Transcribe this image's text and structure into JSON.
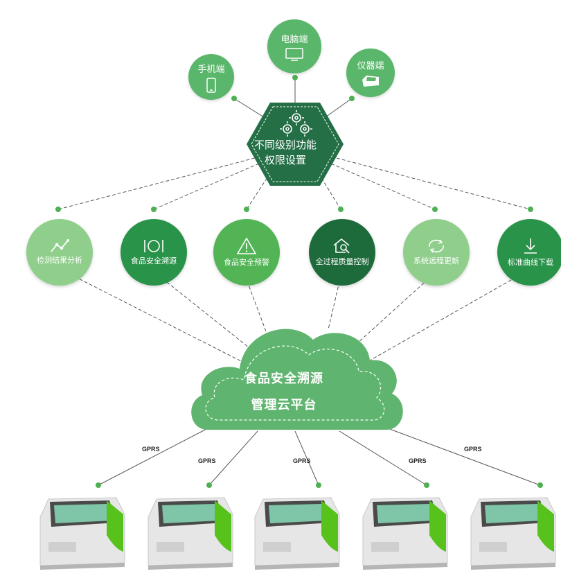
{
  "colors": {
    "hub": "#256f47",
    "cloud": "#5fb56f",
    "light": "#8fcf8b",
    "medium": "#52b455",
    "dark": "#1d6b3b",
    "device_green": "#56c21b"
  },
  "top_nodes": [
    {
      "label": "手机端",
      "icon": "phone-icon"
    },
    {
      "label": "电脑端",
      "icon": "monitor-icon"
    },
    {
      "label": "仪器端",
      "icon": "instrument-icon"
    }
  ],
  "hub": {
    "line1": "不同级别功能",
    "line2": "权限设置",
    "icon": "gears-icon"
  },
  "functions": [
    {
      "label": "检测结果分析",
      "icon": "line-chart-icon"
    },
    {
      "label": "食品安全溯源",
      "icon": "dining-icon"
    },
    {
      "label": "食品安全预警",
      "icon": "warning-icon"
    },
    {
      "label": "全过程质量控制",
      "icon": "house-magnifier-icon"
    },
    {
      "label": "系统远程更新",
      "icon": "refresh-arrows-icon"
    },
    {
      "label": "标准曲线下载",
      "icon": "download-arrow-icon"
    }
  ],
  "cloud": {
    "line1": "食品安全溯源",
    "line2": "管理云平台"
  },
  "gprs_labels": [
    "GPRS",
    "GPRS",
    "GPRS",
    "GPRS",
    "GPRS"
  ]
}
